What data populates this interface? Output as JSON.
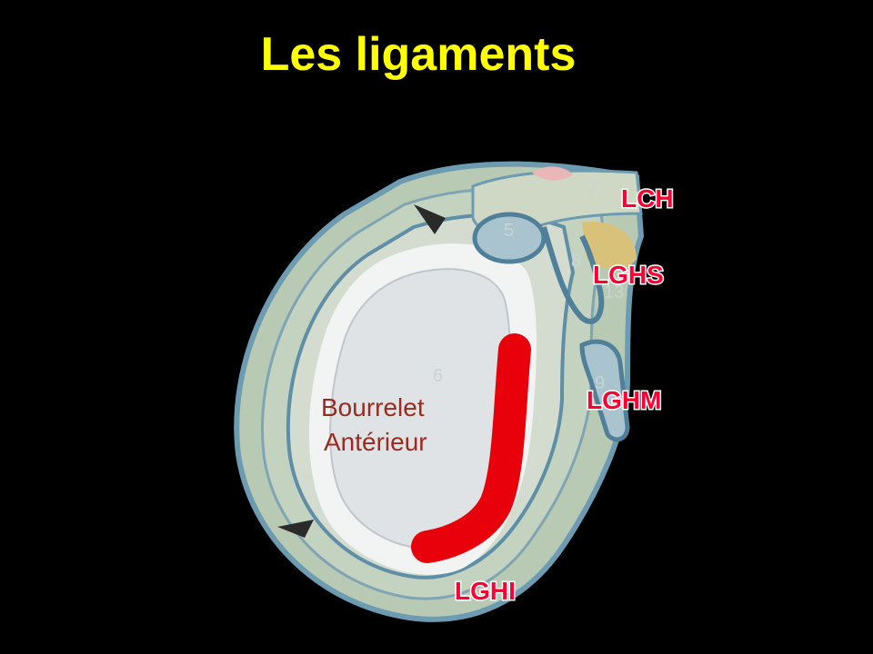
{
  "slide": {
    "title": "Les ligaments"
  },
  "diagram": {
    "structure_label_line1": "Bourrelet",
    "structure_label_line2": "Antérieur",
    "ligaments": {
      "lch": "LCH",
      "lghs": "LGHS",
      "lghm": "LGHM",
      "lghi": "LGHI"
    },
    "numbers": {
      "n5": "5",
      "n6": "6",
      "n7": "7",
      "n8": "8",
      "n9": "9",
      "n13": "13"
    },
    "colors": {
      "title": "#ffff00",
      "ligament_label": "#ff0033",
      "labrum_highlight": "#e8000a",
      "capsule": "#5f8fa6",
      "glenoid": "#dfe3e6"
    }
  }
}
